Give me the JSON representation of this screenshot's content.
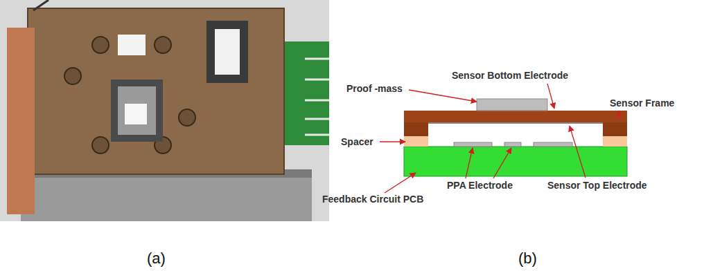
{
  "diagram": {
    "labels": [
      "(a)",
      "Proof -mass",
      "Sensor Bottom Electrode",
      "Sensor Frame",
      "Spacer",
      "PPA Electrode",
      "Feedback Circuit PCB",
      "Sensor Top Electrode",
      "(b)"
    ]
  }
}
